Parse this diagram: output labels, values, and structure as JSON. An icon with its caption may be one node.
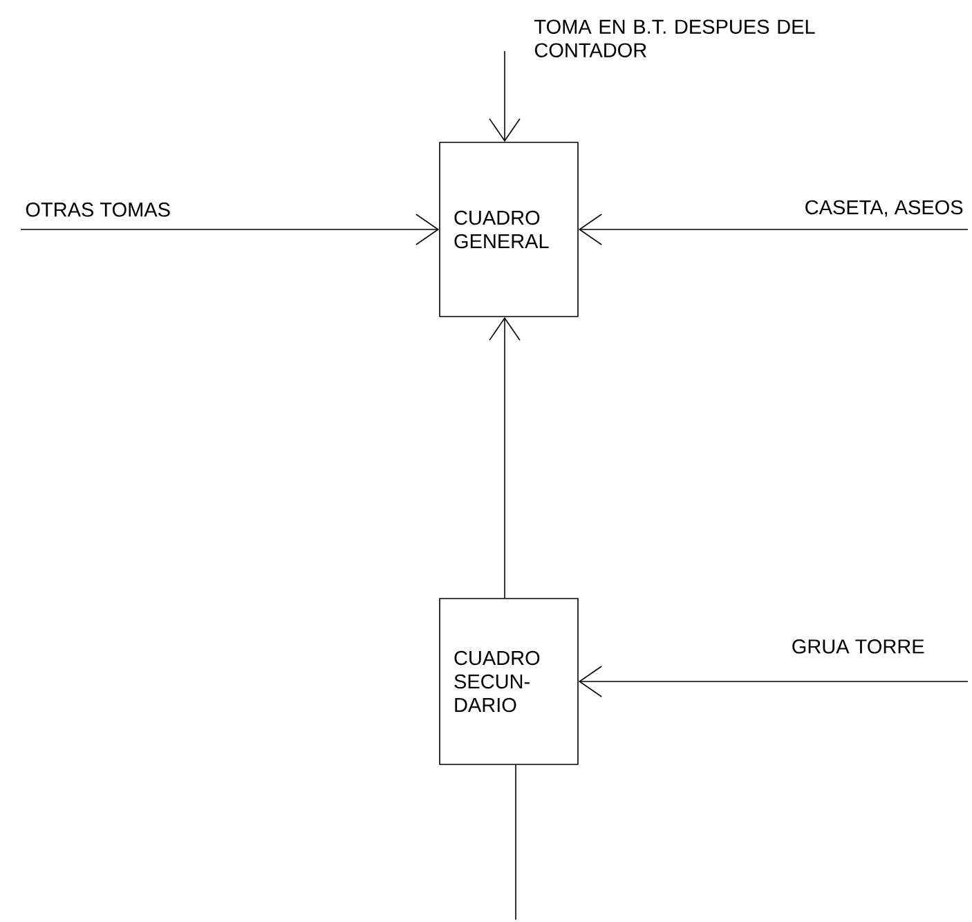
{
  "diagram": {
    "nodes": [
      {
        "text": [
          "CUADRO GENERAL"
        ]
      },
      {
        "text": [
          "CUADRO SECUN- DARIO"
        ]
      },
      {
        "text": [
          "TOMA EN B.T. DESPUES DEL CONTADOR"
        ]
      },
      {
        "text": [
          "OTRAS TOMAS"
        ]
      },
      {
        "text": [
          "CASETA, ASEOS"
        ]
      },
      {
        "text": [
          "GRUA TORRE"
        ]
      }
    ],
    "edges": [
      {
        "from": 2,
        "to": 0,
        "arrow": "to"
      },
      {
        "from": 3,
        "to": 0,
        "arrow": "to"
      },
      {
        "from": 4,
        "to": 0,
        "arrow": "to"
      },
      {
        "from": 1,
        "to": 0,
        "arrow": "to"
      },
      {
        "from": 5,
        "to": 1,
        "arrow": "to"
      },
      {
        "from": 1,
        "to": null,
        "arrow": "none"
      }
    ]
  }
}
